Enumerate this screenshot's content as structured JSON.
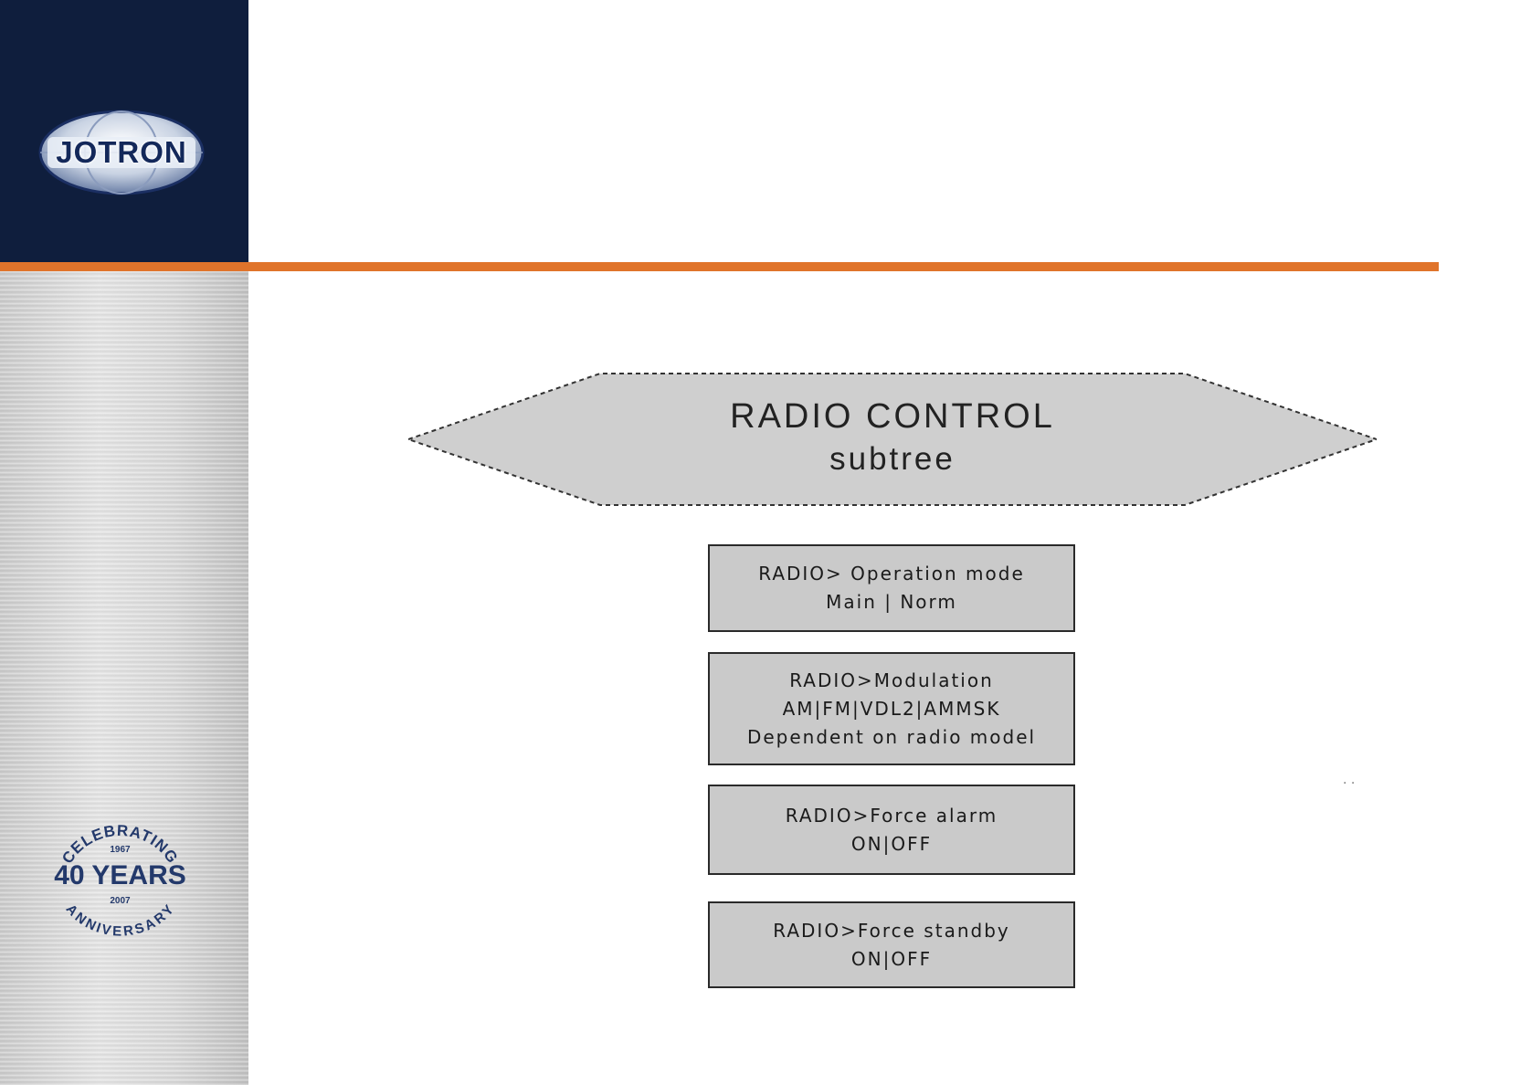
{
  "brand": {
    "logo_text": "JOTRON",
    "colors": {
      "navy": "#0f1e3d",
      "accent": "#e0742b"
    }
  },
  "anniversary": {
    "top_arc": "CELEBRATING",
    "year_start": "1967",
    "main": "40 YEARS",
    "year_end": "2007",
    "bottom_arc": "ANNIVERSARY"
  },
  "diagram": {
    "header": {
      "title": "RADIO CONTROL",
      "subtitle": "subtree"
    },
    "boxes": [
      {
        "line1": "RADIO> Operation mode",
        "line2": "Main | Norm"
      },
      {
        "line1": "RADIO>Modulation",
        "line2": "AM|FM|VDL2|AMMSK",
        "line3": "Dependent on radio model"
      },
      {
        "line1": "RADIO>Force alarm",
        "line2": "ON|OFF"
      },
      {
        "line1": "RADIO>Force standby",
        "line2": "ON|OFF"
      }
    ]
  }
}
